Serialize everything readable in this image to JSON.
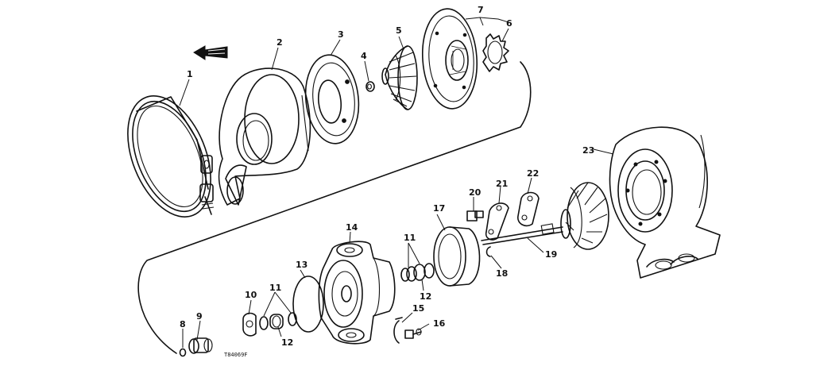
{
  "diagram": {
    "reference_code": "T84069F",
    "callouts": {
      "c1": "1",
      "c2": "2",
      "c3": "3",
      "c4": "4",
      "c5": "5",
      "c6": "6",
      "c7": "7",
      "c8": "8",
      "c9": "9",
      "c10": "10",
      "c11a": "11",
      "c11b": "11",
      "c12a": "12",
      "c12b": "12",
      "c13": "13",
      "c14": "14",
      "c15": "15",
      "c16": "16",
      "c17": "17",
      "c18": "18",
      "c19": "19",
      "c20": "20",
      "c21": "21",
      "c22": "22",
      "c23": "23"
    }
  }
}
